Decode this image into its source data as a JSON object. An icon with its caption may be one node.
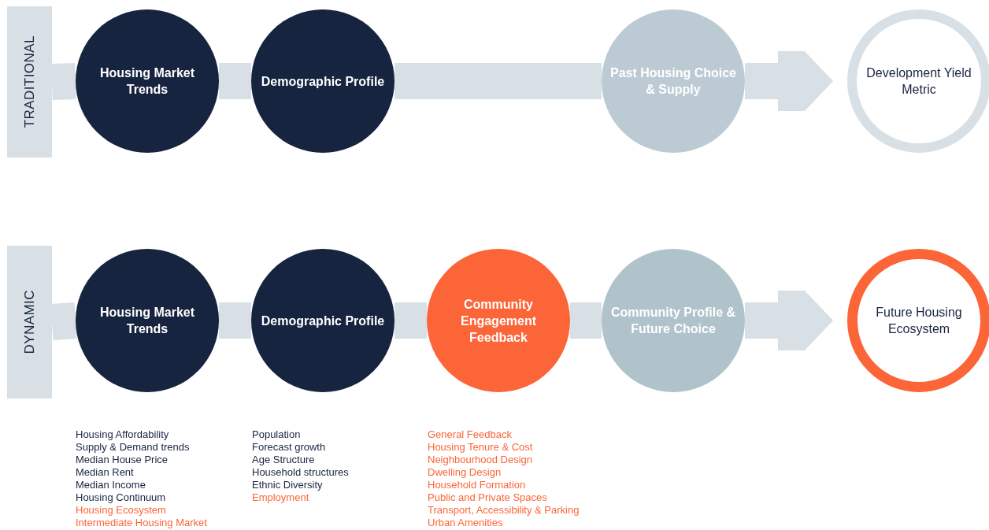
{
  "diagram": {
    "nodes": [
      {
        "text": [
          "TRADITIONAL"
        ]
      },
      {
        "text": [
          "Housing Market Trends"
        ]
      },
      {
        "text": [
          "Demographic Profile"
        ]
      },
      {
        "text": [
          "Past Housing Choice & Supply"
        ]
      },
      {
        "text": [
          "Development Yield Metric"
        ]
      },
      {
        "text": [
          "DYNAMIC"
        ]
      },
      {
        "text": [
          "Housing Market Trends"
        ],
        "beside": [
          "Housing Affordability",
          "Supply & Demand trends",
          "Median House Price",
          "Median Rent",
          "Median Income",
          "Housing Continuum",
          "Housing Ecosystem",
          "Intermediate Housing Market"
        ]
      },
      {
        "text": [
          "Demographic Profile"
        ],
        "beside": [
          "Population",
          "Forecast growth",
          "Age Structure",
          "Household structures",
          "Ethnic Diversity",
          "Employment"
        ]
      },
      {
        "text": [
          "Community Engagement Feedback"
        ],
        "beside": [
          "General Feedback",
          "Housing Tenure & Cost",
          "Neighbourhood Design",
          "Dwelling Design",
          "Household Formation",
          "Public and Private Spaces",
          "Transport, Accessibility & Parking",
          "Urban Amenities"
        ]
      },
      {
        "text": [
          "Community Profile & Future Choice"
        ]
      },
      {
        "text": [
          "Future Housing Ecosystem"
        ]
      }
    ],
    "edges": [
      {
        "from": 0,
        "to": 1,
        "arrow": "none"
      },
      {
        "from": 1,
        "to": 2,
        "arrow": "none"
      },
      {
        "from": 2,
        "to": 3,
        "arrow": "none"
      },
      {
        "from": 3,
        "to": 4,
        "arrow": "to"
      },
      {
        "from": 5,
        "to": 6,
        "arrow": "none"
      },
      {
        "from": 6,
        "to": 7,
        "arrow": "none"
      },
      {
        "from": 7,
        "to": 8,
        "arrow": "none"
      },
      {
        "from": 8,
        "to": 9,
        "arrow": "none"
      },
      {
        "from": 9,
        "to": 10,
        "arrow": "to"
      }
    ]
  }
}
